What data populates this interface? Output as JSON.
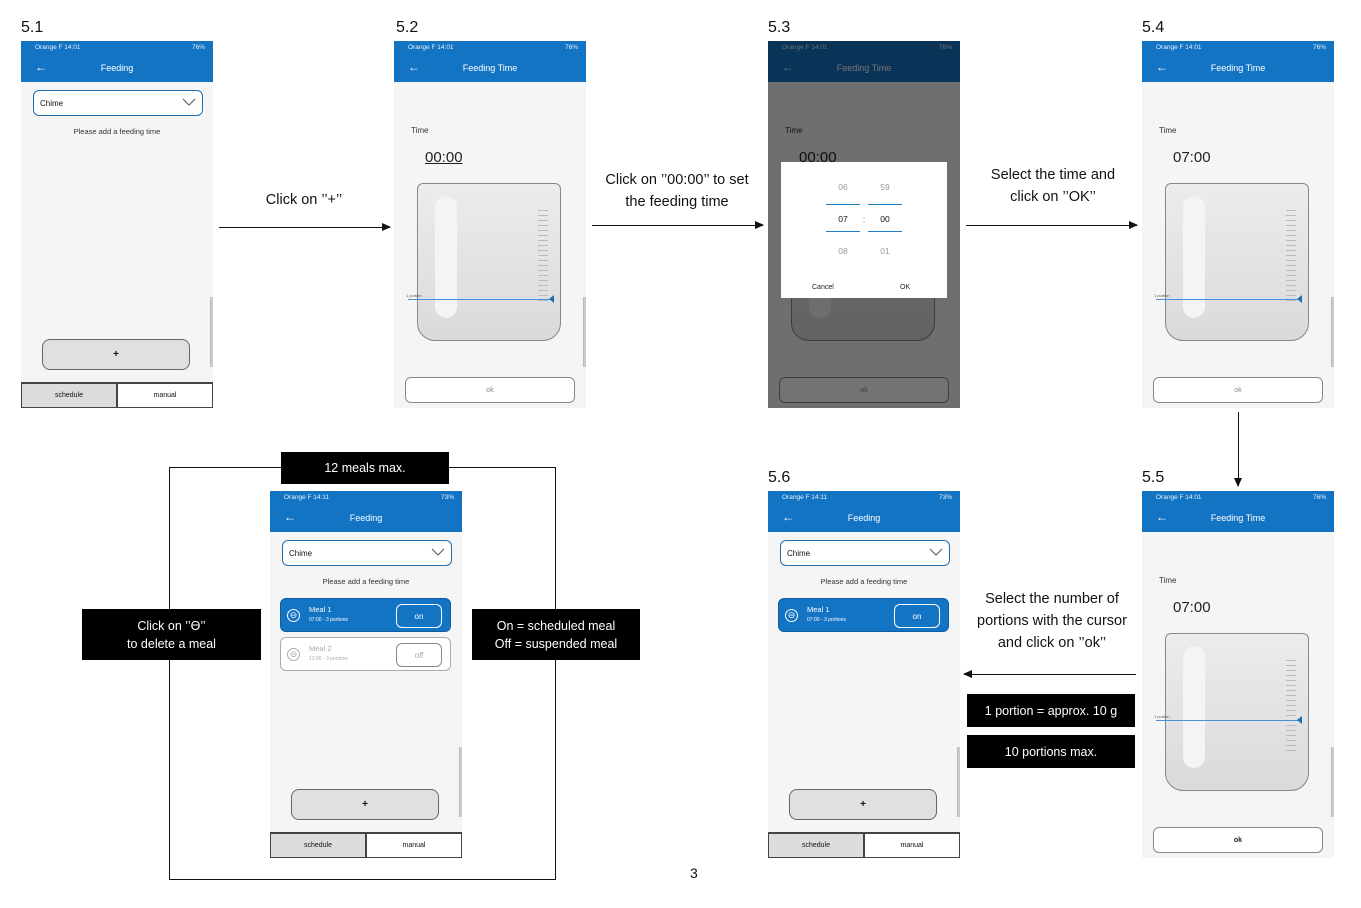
{
  "steps": {
    "s51": "5.1",
    "s52": "5.2",
    "s53": "5.3",
    "s54": "5.4",
    "s55": "5.5",
    "s56": "5.6"
  },
  "status": {
    "carrier": "Orange F",
    "time_a": "14:01",
    "time_b": "14:11",
    "battery_a": "76%",
    "battery_b": "73%"
  },
  "screens": {
    "feeding_title": "Feeding",
    "feeding_time_title": "Feeding Time",
    "chime": "Chime",
    "hint": "Please add a feeding time",
    "plus": "+",
    "tab_schedule": "schedule",
    "tab_manual": "manual",
    "time_label": "Time",
    "time_empty": "00:00",
    "time_set": "07:00",
    "ok": "ok",
    "portion_tag": "1 portion"
  },
  "picker": {
    "hours": [
      "06",
      "07",
      "08"
    ],
    "minutes": [
      "59",
      "00",
      "01"
    ],
    "colon": ":",
    "cancel": "Cancel",
    "ok": "OK"
  },
  "meals": {
    "meal1_name": "Meal 1",
    "meal1_sub": "07:00 - 3 portions",
    "meal1_toggle": "on",
    "meal2_name": "Meal 2",
    "meal2_sub": "12:00 - 3 portions",
    "meal2_toggle": "off",
    "minus_icon": "⊖"
  },
  "instructions": {
    "click_plus": "Click on ’’+’’",
    "click_time_1": "Click on ’’00:00’’ to set",
    "click_time_2": "the feeding time",
    "select_time_1": "Select the time and",
    "select_time_2": "click on ’’OK’’",
    "select_portions_1": "Select the number of",
    "select_portions_2": "portions with the cursor",
    "select_portions_3": "and click on ’’ok’’"
  },
  "notes": {
    "max_meals": "12 meals max.",
    "delete_1": "Click on ’’ϴ’’",
    "delete_2": "to delete a meal",
    "onoff_1": "On = scheduled meal",
    "onoff_2": "Off = suspended meal",
    "portion_weight": "1 portion = approx. 10 g",
    "max_portions": "10 portions max."
  },
  "page_number": "3",
  "colors": {
    "app_blue": "#1474c4",
    "outline_blue": "#1e6fb0"
  }
}
